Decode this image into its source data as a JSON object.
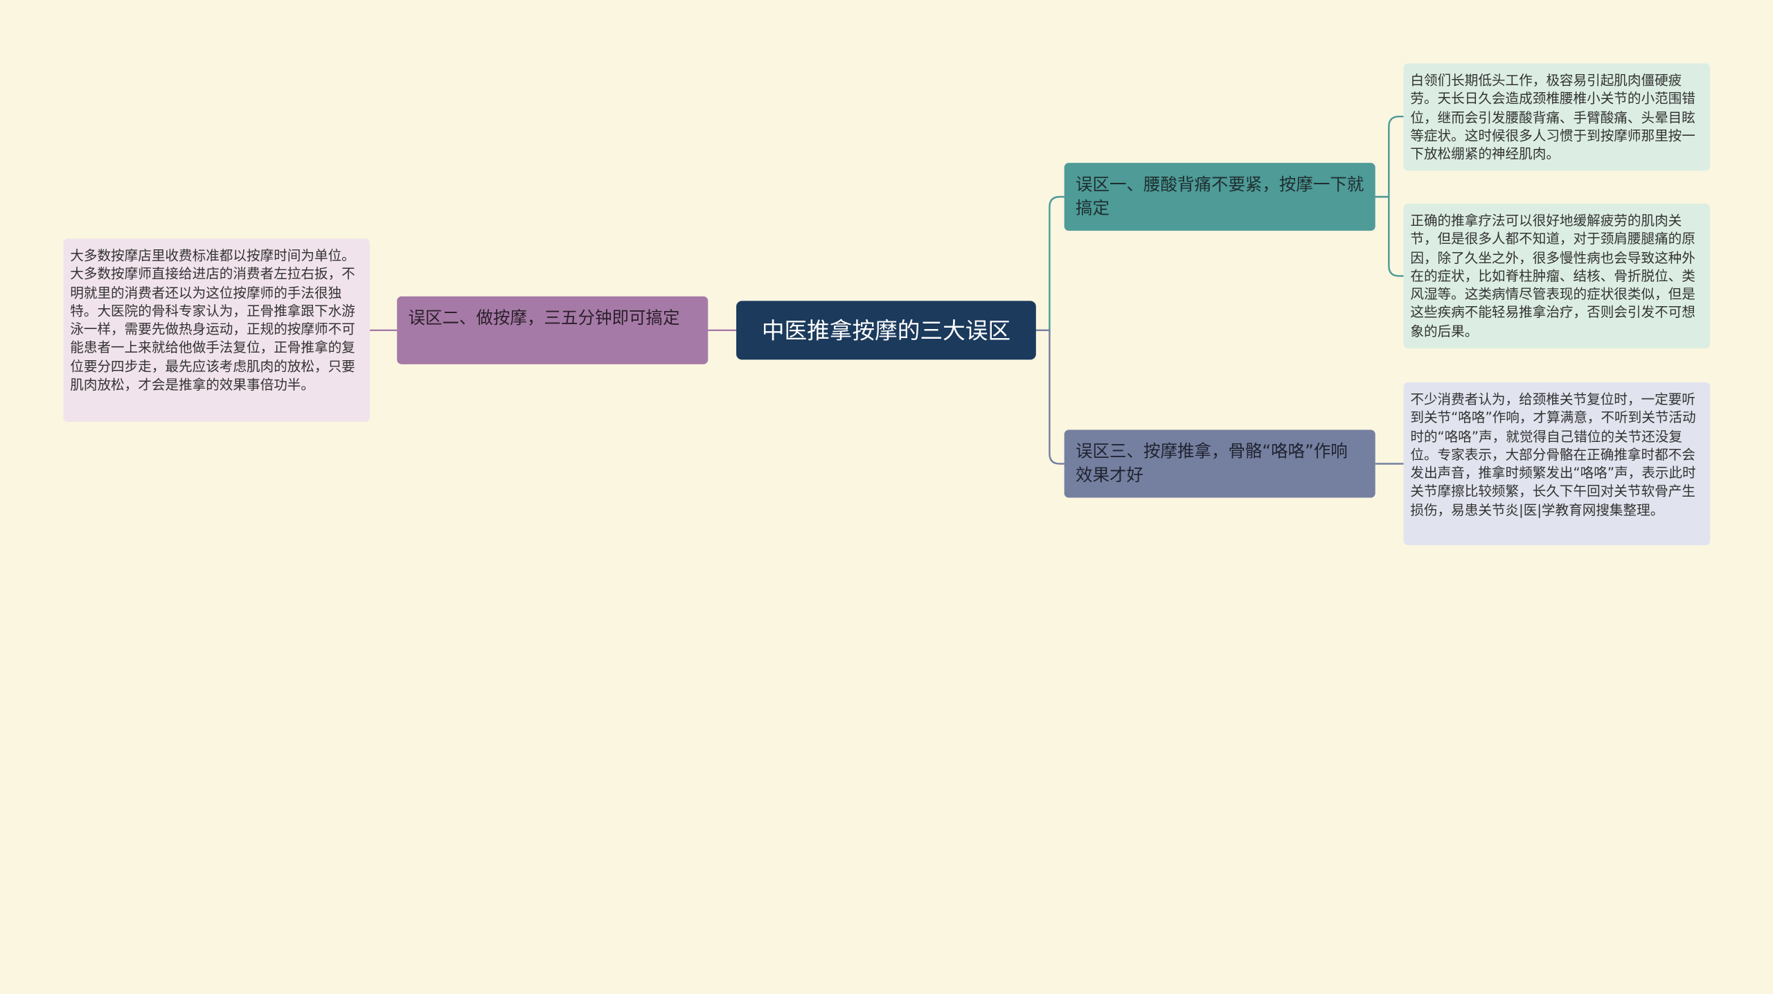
{
  "root": {
    "title": "中医推拿按摩的三大误区"
  },
  "branches": [
    {
      "label": "误区一、腰酸背痛不要紧，按摩一下就搞定",
      "color": "#4e9b98"
    },
    {
      "label": "误区二、做按摩，三五分钟即可搞定",
      "color": "#a67aa7"
    },
    {
      "label": "误区三、按摩推拿，骨骼“咯咯”作响效果才好",
      "color": "#7580a0"
    }
  ],
  "leaves": [
    {
      "text": "白领们长期低头工作，极容易引起肌肉僵硬疲劳。天长日久会造成颈椎腰椎小关节的小范围错位，继而会引发腰酸背痛、手臂酸痛、头晕目眩等症状。这时候很多人习惯于到按摩师那里按一下放松绷紧的神经肌肉。"
    },
    {
      "text": "正确的推拿疗法可以很好地缓解疲劳的肌肉关节，但是很多人都不知道，对于颈肩腰腿痛的原因，除了久坐之外，很多慢性病也会导致这种外在的症状，比如脊柱肿瘤、结核、骨折脱位、类风湿等。这类病情尽管表现的症状很类似，但是这些疾病不能轻易推拿治疗，否则会引发不可想象的后果。"
    },
    {
      "text": "大多数按摩店里收费标准都以按摩时间为单位。大多数按摩师直接给进店的消费者左拉右扳，不明就里的消费者还以为这位按摩师的手法很独特。大医院的骨科专家认为，正骨推拿跟下水游泳一样，需要先做热身运动，正规的按摩师不可能患者一上来就给他做手法复位，正骨推拿的复位要分四步走，最先应该考虑肌肉的放松，只要肌肉放松，才会是推拿的效果事倍功半。"
    },
    {
      "text": "不少消费者认为，给颈椎关节复位时，一定要听到关节“咯咯”作响，才算满意，不听到关节活动时的“咯咯”声，就觉得自己错位的关节还没复位。专家表示，大部分骨骼在正确推拿时都不会发出声音，推拿时频繁发出“咯咯”声，表示此时关节摩擦比较频繁，长久下午回对关节软骨产生损伤，易患关节炎|医|学教育网搜集整理。"
    }
  ],
  "colors": {
    "background": "#fbf6e0",
    "root": "#1b3a5c",
    "connector_teal": "#4e9b98",
    "connector_purple": "#a67aa7",
    "connector_slate": "#7580a0"
  }
}
